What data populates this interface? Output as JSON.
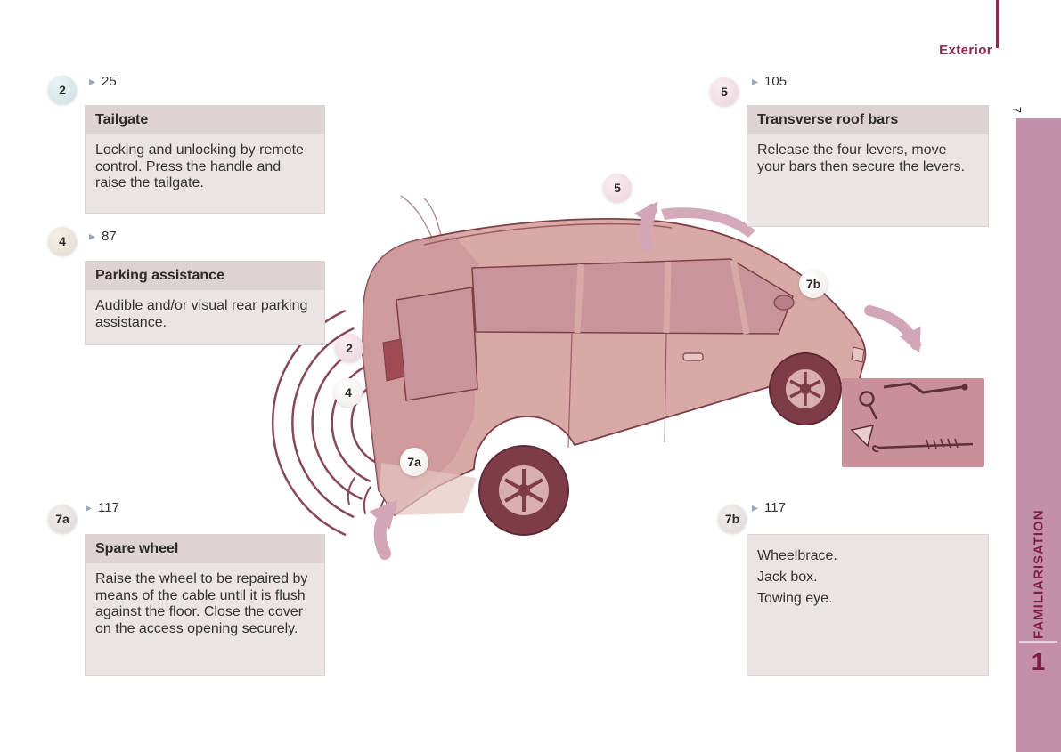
{
  "header": {
    "section_title": "Exterior",
    "page_number": "7"
  },
  "sidebar": {
    "tab_label": "FAMILIARISATION",
    "chapter_number": "1"
  },
  "icons": {
    "page_ref_arrow": "▸"
  },
  "callouts": [
    {
      "badge": "2",
      "page_ref": "25",
      "title": "Tailgate",
      "body": "Locking and unlocking by remote control. Press the handle and raise the tailgate."
    },
    {
      "badge": "4",
      "page_ref": "87",
      "title": "Parking assistance",
      "body": "Audible and/or visual rear parking assistance."
    },
    {
      "badge": "5",
      "page_ref": "105",
      "title": "Transverse roof bars",
      "body": "Release the four levers, move your bars then secure the levers."
    },
    {
      "badge": "7a",
      "page_ref": "117",
      "title": "Spare wheel",
      "body": "Raise the wheel to be repaired by means of the cable until it is flush against the floor. Close the cover on the access opening securely."
    },
    {
      "badge": "7b",
      "page_ref": "117",
      "title": "",
      "body": "Wheelbrace.\nJack box.\nTowing eye."
    }
  ],
  "vehicle_markers": [
    {
      "label": "5"
    },
    {
      "label": "7b"
    },
    {
      "label": "2"
    },
    {
      "label": "4"
    },
    {
      "label": "7a"
    }
  ],
  "colors": {
    "accent_maroon": "#8c2950",
    "sidebar_pink": "#c48fa9",
    "sidebar_text": "#7d1f42",
    "box_bg": "#eae4e4",
    "box_header_bg": "#ddd3d3",
    "vehicle_body_pink": "#d8a9a6",
    "arrow_pink": "#d2a5b7"
  }
}
